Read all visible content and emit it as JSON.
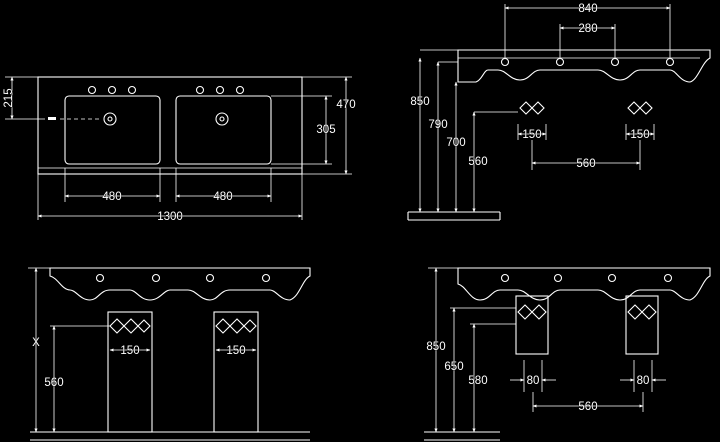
{
  "top_view": {
    "total_width": "1300",
    "bowl_width_left": "480",
    "bowl_width_right": "480",
    "depth": "470",
    "bowl_depth": "305",
    "tap_offset": "215"
  },
  "side_view_overflow": {
    "height_top": "850",
    "height_rim": "790",
    "height_bowl": "700",
    "height_trap": "560",
    "tap_spacing": "840",
    "bowl_spacing": "280",
    "trap_width_left": "150",
    "trap_width_right": "150",
    "trap_spacing": "560"
  },
  "front_view_pedestal": {
    "height_x": "X",
    "height_trap": "560",
    "trap_width_left": "150",
    "trap_width_right": "150"
  },
  "front_view_semi_pedestal": {
    "height_top": "850",
    "height_mid": "650",
    "height_bottom": "580",
    "trap_width_left": "80",
    "trap_width_right": "80",
    "trap_spacing": "560"
  }
}
